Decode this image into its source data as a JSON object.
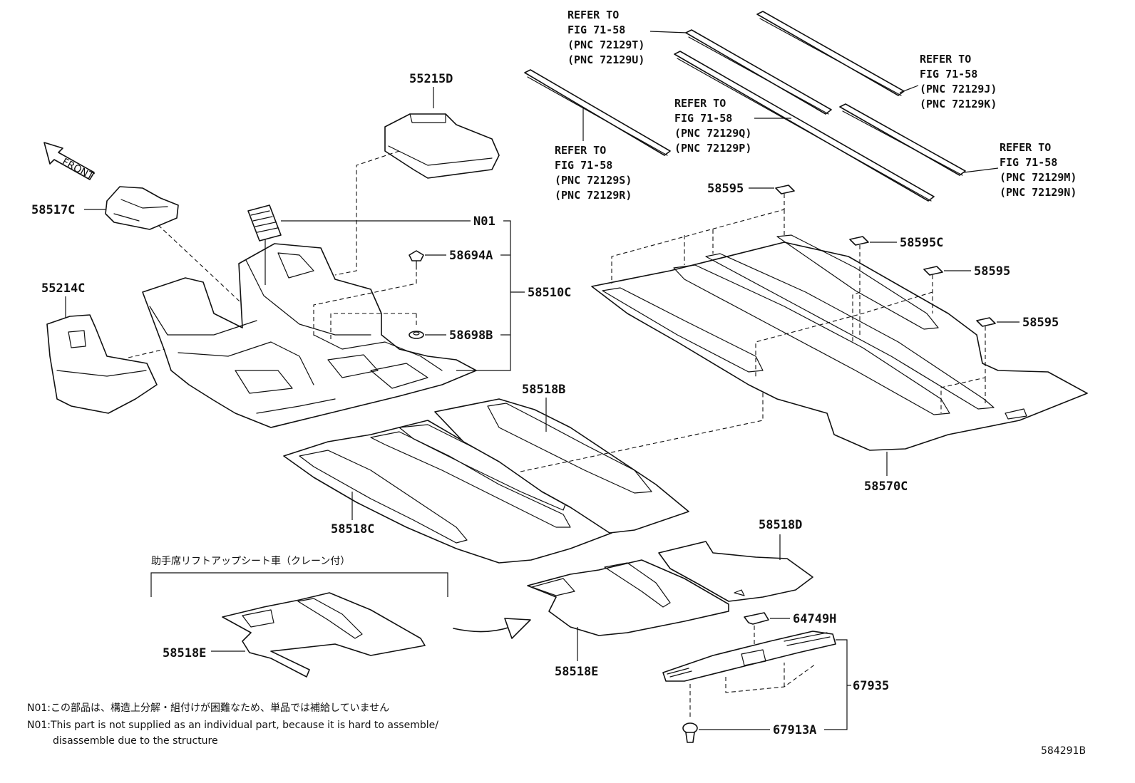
{
  "part_labels": {
    "p55215D": "55215D",
    "p58517C": "58517C",
    "p55214C": "55214C",
    "pN01": "N01",
    "p58694A": "58694A",
    "p58510C": "58510C",
    "p58698B": "58698B",
    "p58518B": "58518B",
    "p58518C": "58518C",
    "p58518D": "58518D",
    "p58518E_left": "58518E",
    "p58518E_right": "58518E",
    "p64749H": "64749H",
    "p67935": "67935",
    "p67913A": "67913A",
    "p58570C": "58570C",
    "p58595_a": "58595",
    "p58595C": "58595C",
    "p58595_b": "58595",
    "p58595_c": "58595"
  },
  "references": {
    "ref_TU": [
      "REFER TO",
      "FIG 71-58",
      "(PNC 72129T)",
      "(PNC 72129U)"
    ],
    "ref_SR": [
      "REFER TO",
      "FIG 71-58",
      "(PNC 72129S)",
      "(PNC 72129R)"
    ],
    "ref_QP": [
      "REFER TO",
      "FIG 71-58",
      "(PNC 72129Q)",
      "(PNC 72129P)"
    ],
    "ref_JK": [
      "REFER TO",
      "FIG 71-58",
      "(PNC 72129J)",
      "(PNC 72129K)"
    ],
    "ref_MN": [
      "REFER TO",
      "FIG 71-58",
      "(PNC 72129M)",
      "(PNC 72129N)"
    ]
  },
  "front_label": "FRONT",
  "variant_caption": "助手席リフトアップシート車（クレーン付）",
  "notes": {
    "jp": "N01:この部品は、構造上分解・組付けが困難なため、単品では補給していません",
    "en_line1": "N01:This part is not supplied as an individual part, because it is hard to assemble/",
    "en_line2": "disassemble due to the structure"
  },
  "figure_id": "584291B"
}
